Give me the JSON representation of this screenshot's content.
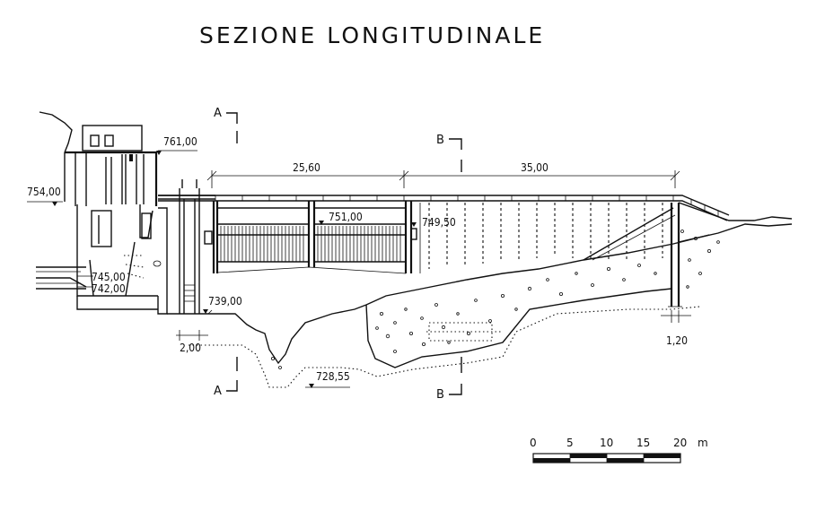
{
  "title": "SEZIONE LONGITUDINALE",
  "section_marks": {
    "a_top": "A",
    "a_bottom": "A",
    "b_top": "B",
    "b_bottom": "B"
  },
  "elevations": {
    "e761": "761,00",
    "e754": "754,00",
    "e745": "745,00",
    "e742": "742,00",
    "e739": "739,00",
    "e751": "751,00",
    "e749": "749,50",
    "e728": "728,55"
  },
  "dimensions": {
    "span1": "25,60",
    "span2": "35,00",
    "d200": "2,00",
    "d120": "1,20"
  },
  "scale_bar": {
    "ticks": [
      "0",
      "5",
      "10",
      "15",
      "20"
    ],
    "unit": "m"
  }
}
